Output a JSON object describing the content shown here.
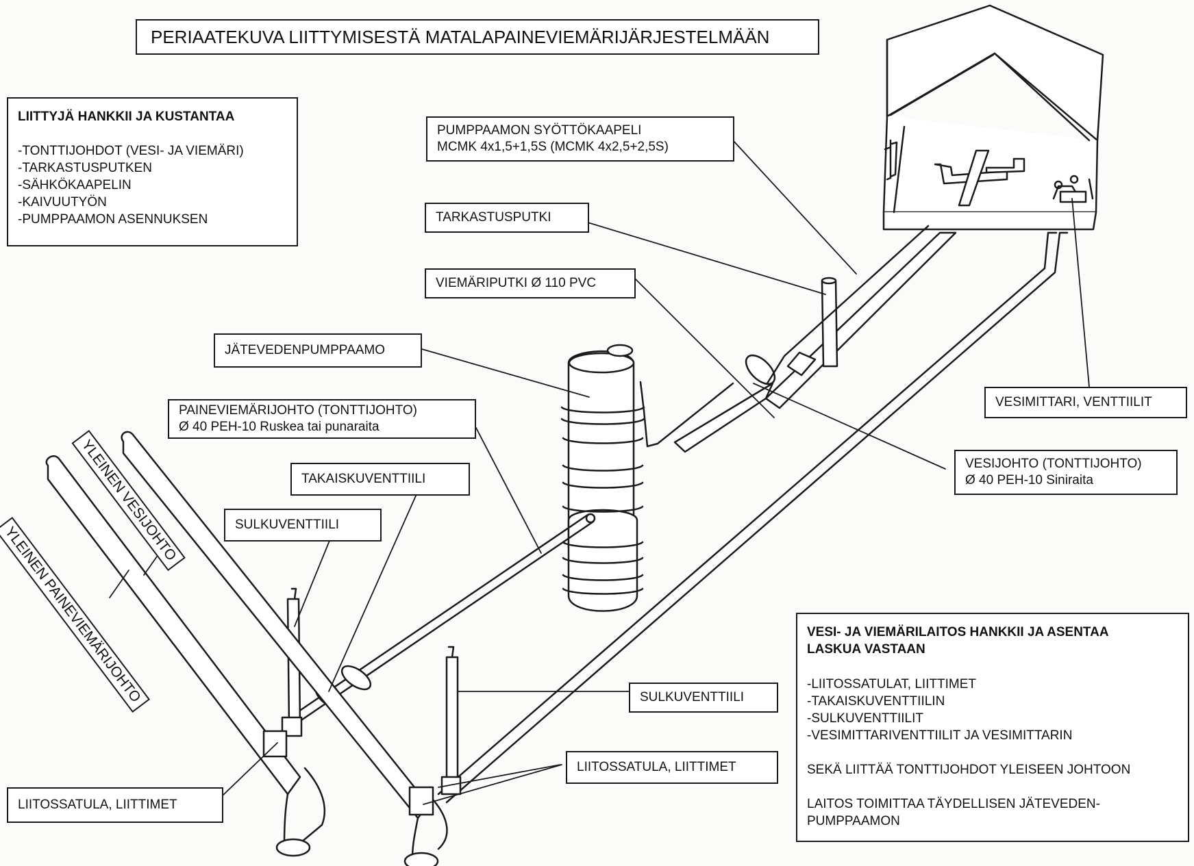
{
  "title": "PERIAATEKUVA LIITTYMISESTÄ MATALAPAINEVIEMÄRIJÄRJESTELMÄÄN",
  "customer_box": {
    "heading": "LIITTYJÄ HANKKII JA KUSTANTAA",
    "items": [
      "-TONTTIJOHDOT (VESI- JA VIEMÄRI)",
      "-TARKASTUSPUTKEN",
      "-SÄHKÖKAAPELIN",
      "-KAIVUUTYÖN",
      "-PUMPPAAMON ASENNUKSEN"
    ]
  },
  "utility_box": {
    "heading_line1": "VESI- JA VIEMÄRILAITOS HANKKII JA ASENTAA",
    "heading_line2": "LASKUA VASTAAN",
    "items": [
      "-LIITOSSATULAT, LIITTIMET",
      "-TAKAISKUVENTTIILIN",
      "-SULKUVENTTIILIT",
      "-VESIMITTARIVENTTIILIT JA VESIMITTARIN"
    ],
    "para1": "SEKÄ LIITTÄÄ TONTTIJOHDOT YLEISEEN JOHTOON",
    "para2_line1": "LAITOS TOIMITTAA TÄYDELLISEN JÄTEVEDEN-",
    "para2_line2": "PUMPPAAMON"
  },
  "labels": {
    "cable_line1": "PUMPPAAMON SYÖTTÖKAAPELI",
    "cable_line2": "MCMK 4x1,5+1,5S (MCMK 4x2,5+2,5S)",
    "inspection_pipe": "TARKASTUSPUTKI",
    "sewer_pipe": "VIEMÄRIPUTKI Ø 110 PVC",
    "pump_station": "JÄTEVEDENPUMPPAAMO",
    "pressure_line1": "PAINEVIEMÄRIJOHTO (TONTTIJOHTO)",
    "pressure_line2": "Ø 40 PEH-10 Ruskea tai punaraita",
    "check_valve": "TAKAISKUVENTTIILI",
    "shutoff_valve_1": "SULKUVENTTIILI",
    "shutoff_valve_2": "SULKUVENTTIILI",
    "water_meter": "VESIMITTARI, VENTTIILIT",
    "water_line1": "VESIJOHTO (TONTTIJOHTO)",
    "water_line2": "Ø 40 PEH-10 Siniraita",
    "saddle_1": "LIITOSSATULA, LIITTIMET",
    "saddle_2": "LIITOSSATULA, LIITTIMET",
    "public_water_main": "YLEINEN VESIJOHTO",
    "public_pressure_sewer": "YLEINEN PAINEVIEMÄRIJOHTO"
  }
}
